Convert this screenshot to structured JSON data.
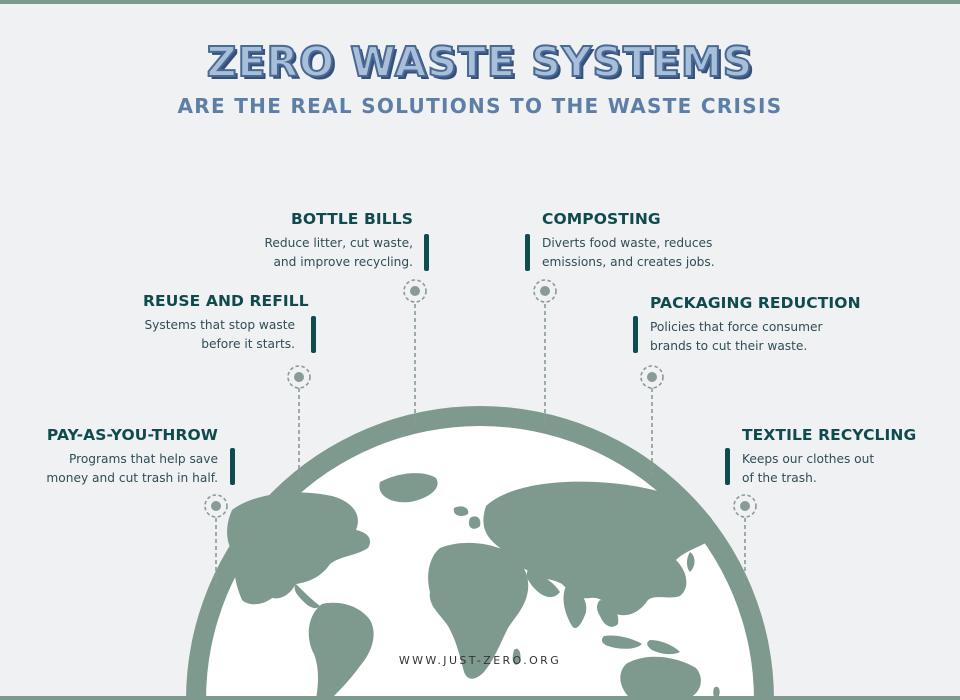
{
  "header": {
    "title": "ZERO WASTE SYSTEMS",
    "subtitle": "ARE THE REAL SOLUTIONS TO THE WASTE CRISIS"
  },
  "solutions": [
    {
      "title": "PAY-AS-YOU-THROW",
      "line1": "Programs that help save",
      "line2": "money and cut trash in half."
    },
    {
      "title": "REUSE AND REFILL",
      "line1": "Systems that stop waste",
      "line2": "before it starts."
    },
    {
      "title": "BOTTLE BILLS",
      "line1": "Reduce litter, cut waste,",
      "line2": "and improve recycling."
    },
    {
      "title": "COMPOSTING",
      "line1": "Diverts food waste, reduces",
      "line2": "emissions, and creates jobs."
    },
    {
      "title": "PACKAGING REDUCTION",
      "line1": "Policies that force consumer",
      "line2": "brands to cut their waste."
    },
    {
      "title": "TEXTILE RECYCLING",
      "line1": "Keeps our clothes out",
      "line2": "of the trash."
    }
  ],
  "footer": {
    "url": "WWW.JUST-ZERO.ORG"
  },
  "colors": {
    "background": "#f0f1f3",
    "accent_green": "#7e9a8e",
    "heading_teal": "#0f4a4d",
    "title_blue": "#5c7fa8"
  },
  "icons": {
    "globe": "globe-icon",
    "target": "target-circle-icon"
  }
}
